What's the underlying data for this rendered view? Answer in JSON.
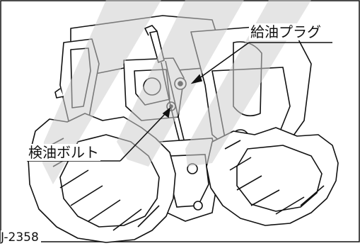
{
  "figure": {
    "labels": {
      "fill_plug": "給油プラグ",
      "check_bolt": "検油ボルト"
    },
    "figure_code": "J-2358",
    "watermark_color": "#cfcfcf",
    "line_color": "#111111"
  }
}
